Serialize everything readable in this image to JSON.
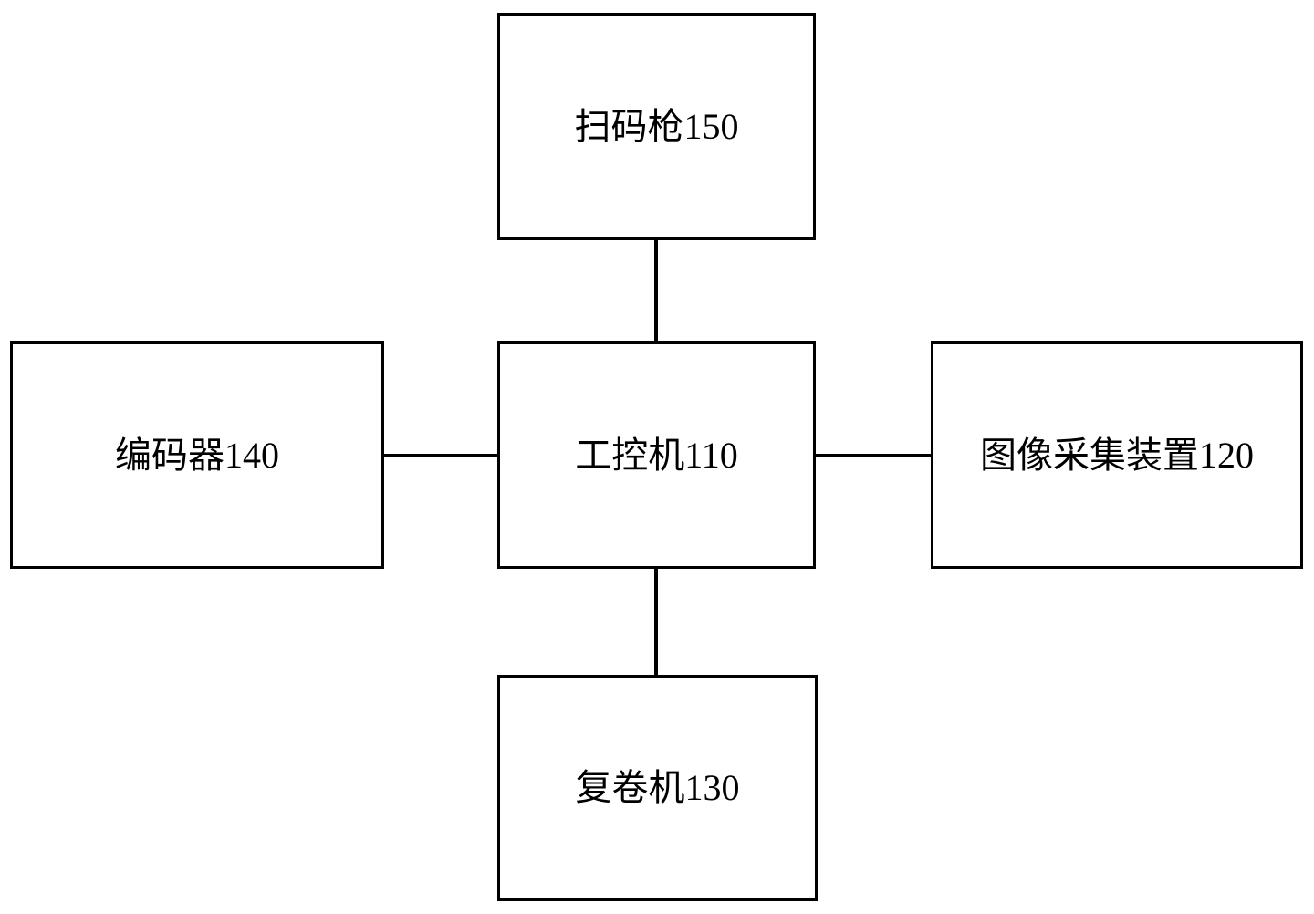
{
  "diagram": {
    "title": "",
    "background_color": "#ffffff",
    "line_color": "#000000",
    "nodes": [
      {
        "id": "scanner",
        "label": "扫码枪150"
      },
      {
        "id": "encoder",
        "label": "编码器140"
      },
      {
        "id": "ipc",
        "label": "工控机110"
      },
      {
        "id": "imaging",
        "label": "图像采集装置120"
      },
      {
        "id": "rewinder",
        "label": "复卷机130"
      }
    ],
    "connections": [
      {
        "id": "conn-scanner-ipc",
        "from": "scanner",
        "to": "ipc",
        "orientation": "vertical"
      },
      {
        "id": "conn-encoder-ipc",
        "from": "encoder",
        "to": "ipc",
        "orientation": "horizontal"
      },
      {
        "id": "conn-ipc-imaging",
        "from": "ipc",
        "to": "imaging",
        "orientation": "horizontal"
      },
      {
        "id": "conn-ipc-rewinder",
        "from": "ipc",
        "to": "rewinder",
        "orientation": "vertical"
      }
    ]
  }
}
